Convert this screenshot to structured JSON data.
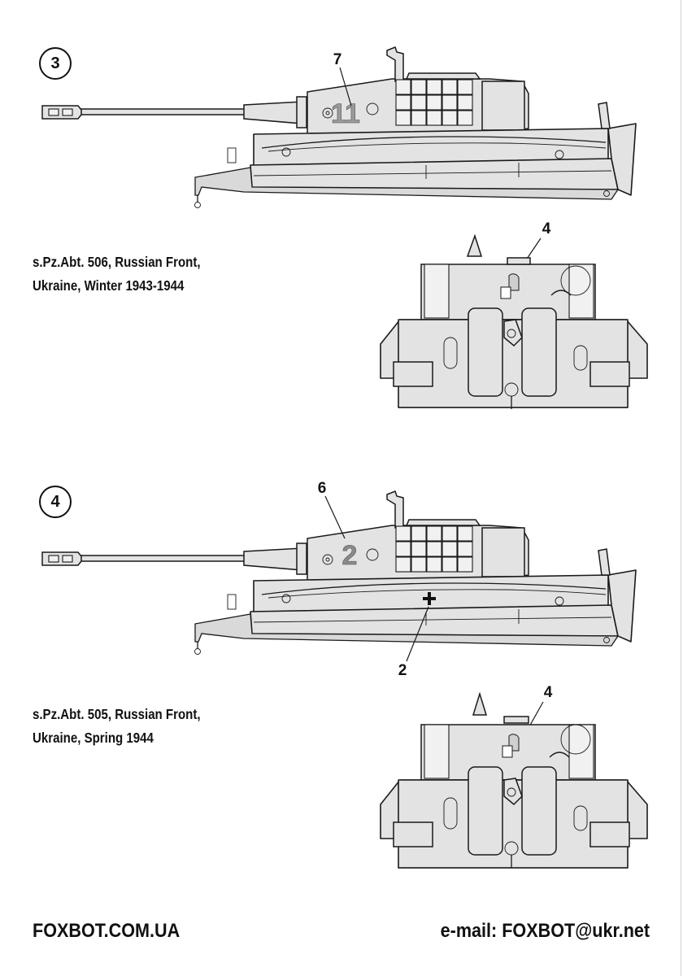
{
  "profiles": [
    {
      "number": "3",
      "caption_line1": "s.Pz.Abt. 506, Russian Front,",
      "caption_line2": "Ukraine, Winter 1943-1944",
      "turret_marking": "11",
      "side_callout": "7",
      "rear_callout": "4"
    },
    {
      "number": "4",
      "caption_line1": "s.Pz.Abt. 505, Russian Front,",
      "caption_line2": "Ukraine, Spring 1944",
      "turret_marking": "2",
      "side_callout": "6",
      "hull_callout": "2",
      "rear_callout": "4"
    }
  ],
  "footer": {
    "website": "FOXBOT.COM.UA",
    "email": "e-mail: FOXBOT@ukr.net"
  },
  "colors": {
    "panzer_grey": "#e3e3e3",
    "turret_number_3": "#9a9a9a",
    "turret_number_4": "#8a8a8a",
    "ink": "#1a1a1a"
  }
}
